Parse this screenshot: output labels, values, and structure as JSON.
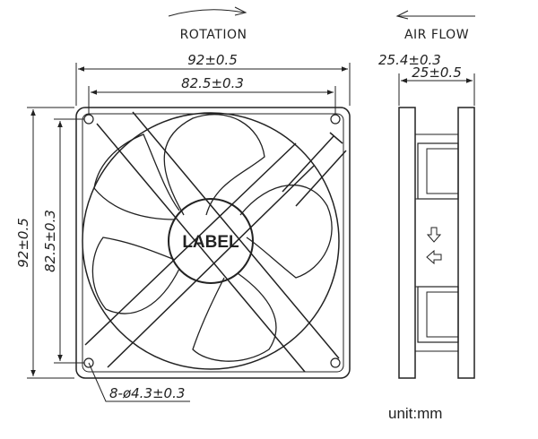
{
  "front_view": {
    "rotation_label": "ROTATION",
    "width_overall": "92±0.5",
    "width_holes": "82.5±0.3",
    "height_overall": "92±0.5",
    "height_holes": "82.5±0.3",
    "hole_spec": "8-ø4.3±0.3",
    "hub_label": "LABEL"
  },
  "side_view": {
    "airflow_label": "AIR FLOW",
    "depth_overall": "25.4±0.3",
    "depth_frame": "25±0.5"
  },
  "unit_label": "unit:mm"
}
